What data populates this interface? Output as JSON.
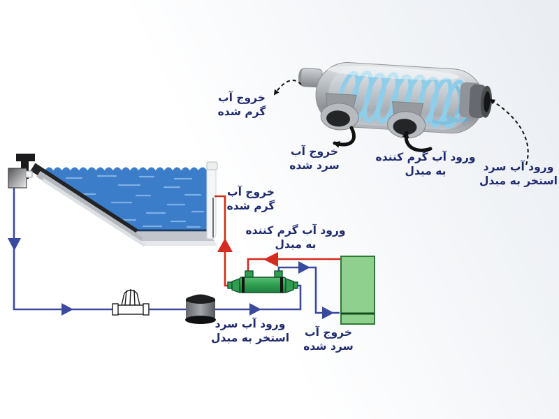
{
  "labels": {
    "hx3d_hot_water_out": {
      "line1": "خروج آب",
      "line2": "گرم شده"
    },
    "hx3d_cooled_water_out": {
      "line1": "خروج آب",
      "line2": "سرد شده"
    },
    "hx3d_heating_water_in": {
      "line1": "ورود آب گرم کننده",
      "line2": "به مبدل"
    },
    "hx3d_pool_cold_water_in": {
      "line1": "ورود آب سرد",
      "line2": "استخر به مبدل"
    },
    "schematic_hot_water_out": {
      "line1": "خروج آب",
      "line2": "گرم شده"
    },
    "schematic_heating_water_in": {
      "line1": "ورود آب گرم کننده",
      "line2": "به مبدل"
    },
    "schematic_pool_cold_in": {
      "line1": "ورود آب سرد",
      "line2": "استخر به مبدل"
    },
    "schematic_cooled_water_out": {
      "line1": "خروج آب",
      "line2": "سرد شده"
    }
  },
  "colors": {
    "label_text": "#1e2a6d",
    "pool_water": "#3c7dca",
    "pool_ripple": "#7fb0e4",
    "pipe_cold": "#3a4a9f",
    "pipe_hot": "#d42a20",
    "exchanger_green": "#2f9e4f",
    "boiler_fill": "#8fd08f",
    "boiler_border": "#2d7a33",
    "boiler_divider": "#134c1c",
    "coil_blue": "#6cc0e4",
    "steel_gray": "#a9adb2",
    "arrow_black": "#111111"
  }
}
